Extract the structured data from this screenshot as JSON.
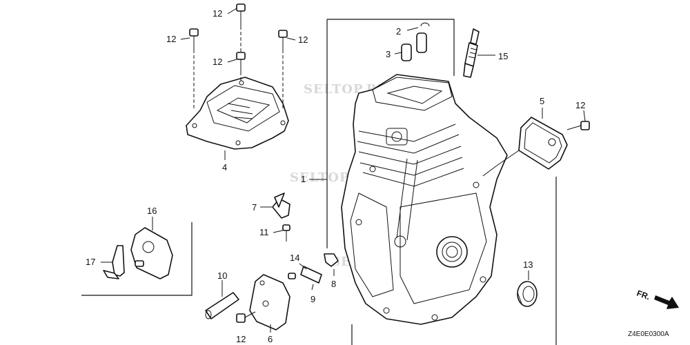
{
  "watermarks": [
    "SELTOP.RU",
    "SELTOP.RU",
    "SELTOP.RU"
  ],
  "callouts": {
    "c1": "1",
    "c2": "2",
    "c3": "3",
    "c4": "4",
    "c5": "5",
    "c6": "6",
    "c7": "7",
    "c8": "8",
    "c9": "9",
    "c10": "10",
    "c11": "11",
    "c12a": "12",
    "c12b": "12",
    "c12c": "12",
    "c12d": "12",
    "c12e": "12",
    "c12f": "12",
    "c13": "13",
    "c14": "14",
    "c15": "15",
    "c16": "16",
    "c17": "17"
  },
  "direction_label": "FR.",
  "drawing_ref": "Z4E0E0300A",
  "colors": {
    "line": "#111111",
    "watermark": "#d8d8d8",
    "background": "#ffffff"
  }
}
